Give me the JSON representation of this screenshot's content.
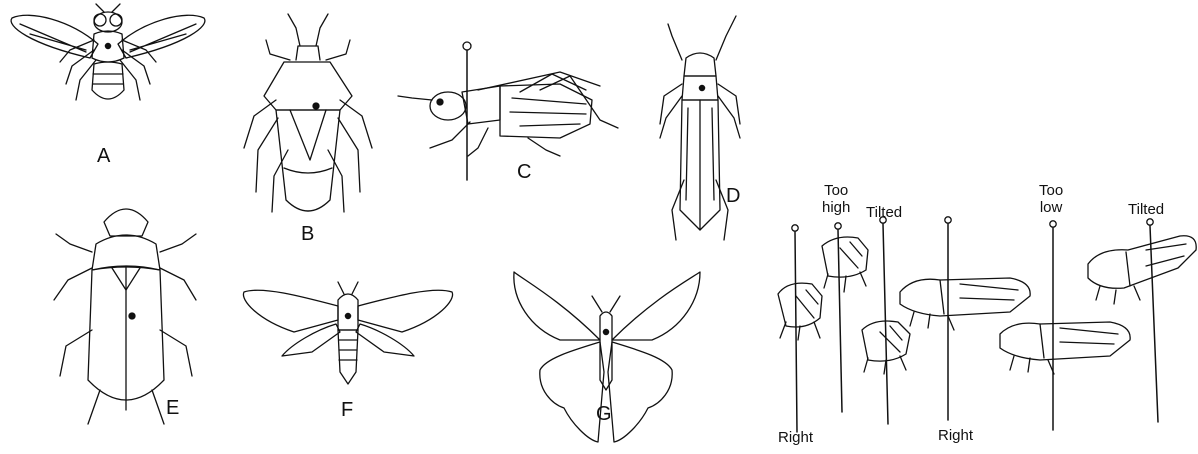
{
  "specimen_labels": [
    "A",
    "B",
    "C",
    "D",
    "E",
    "F",
    "G"
  ],
  "pin_positions": {
    "too_high": [
      "Too",
      "high"
    ],
    "tilted_left": "Tilted",
    "too_low": [
      "Too",
      "low"
    ],
    "tilted_right": "Tilted",
    "right_left": "Right",
    "right_center": "Right"
  },
  "colors": {
    "ink": "#111111",
    "background": "#ffffff"
  }
}
